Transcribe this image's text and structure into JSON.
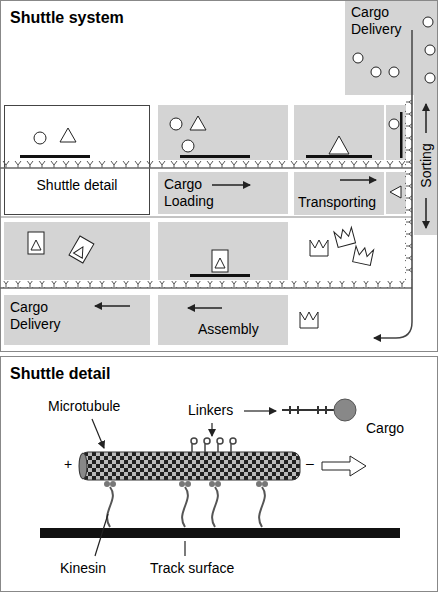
{
  "diagram": {
    "title": "Shuttle system",
    "nodes": [
      {
        "text": [
          "Cargo Delivery"
        ]
      },
      {
        "text": [
          "Shuttle detail"
        ]
      },
      {
        "text": [
          "Cargo Loading"
        ]
      },
      {
        "text": [
          "Transporting"
        ]
      },
      {
        "text": [
          "Sorting"
        ]
      },
      {
        "text": [
          "Cargo Delivery"
        ]
      },
      {
        "text": [
          "Assembly"
        ]
      }
    ],
    "labels": [
      "Shuttle detail",
      "Microtubule",
      "Linkers",
      "Cargo",
      "+",
      "–",
      "Kinesin",
      "Track surface"
    ]
  }
}
